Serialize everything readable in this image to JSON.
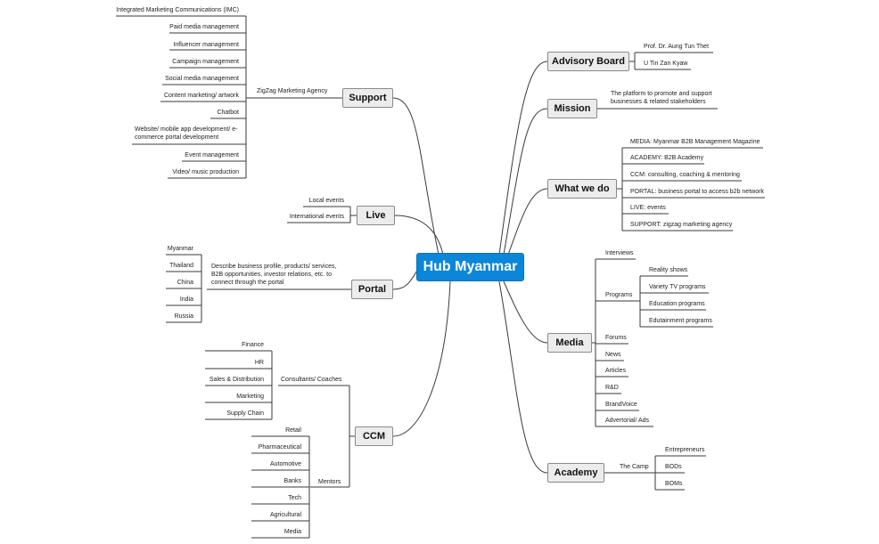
{
  "central": "Hub Myanmar",
  "branches": {
    "support": "Support",
    "live": "Live",
    "portal": "Portal",
    "ccm": "CCM",
    "advisory": "Advisory Board",
    "mission": "Mission",
    "what": "What we do",
    "media": "Media",
    "academy": "Academy"
  },
  "support": {
    "agency": "ZigZag Marketing Agency",
    "items": [
      "Integrated Marketing Communications (IMC)",
      "Paid media management",
      "Influencer management",
      "Campaign management",
      "Social media management",
      "Content marketing/ artwork",
      "Chatbot",
      "Website/ mobile app development/ e-commerce portal development",
      "Event management",
      "Video/ music production"
    ]
  },
  "live": {
    "items": [
      "Local events",
      "International events"
    ]
  },
  "portal": {
    "desc": "Describe business profile, products/ services, B2B opportunities, investor relations, etc. to connect through the portal",
    "countries": [
      "Myanmar",
      "Thailand",
      "China",
      "India",
      "Russia"
    ]
  },
  "ccm": {
    "consultants": "Consultants/ Coaches",
    "consultant_items": [
      "Finance",
      "HR",
      "Sales & Distribution",
      "Marketing",
      "Supply Chain"
    ],
    "mentors": "Mentors",
    "mentor_items": [
      "Retail",
      "Pharmaceutical",
      "Automotive",
      "Banks",
      "Tech",
      "Agricultural",
      "Media"
    ]
  },
  "advisory": {
    "items": [
      "Prof. Dr. Aung Tun Thet",
      "U Tin Zan Kyaw"
    ]
  },
  "mission": {
    "text": "The platform to promote and support businesses & related stakeholders"
  },
  "what": {
    "items": [
      "MEDIA: Myanmar B2B Management Magazine",
      "ACADEMY: B2B Academy",
      "CCM: consulting, coaching & mentoring",
      "PORTAL: business portal to access b2b network",
      "LIVE: events",
      "SUPPORT: zigzag marketing agency"
    ]
  },
  "media": {
    "interviews": "Interviews",
    "programs": "Programs",
    "program_items": [
      "Reality shows",
      "Variety TV programs",
      "Education programs",
      "Edutainment programs"
    ],
    "items": [
      "Forums",
      "News",
      "Articles",
      "R&D",
      "BrandVoice",
      "Advertorial/ Ads"
    ]
  },
  "academy": {
    "camp": "The Camp",
    "items": [
      "Entrepreneurs",
      "BODs",
      "BOMs"
    ]
  }
}
